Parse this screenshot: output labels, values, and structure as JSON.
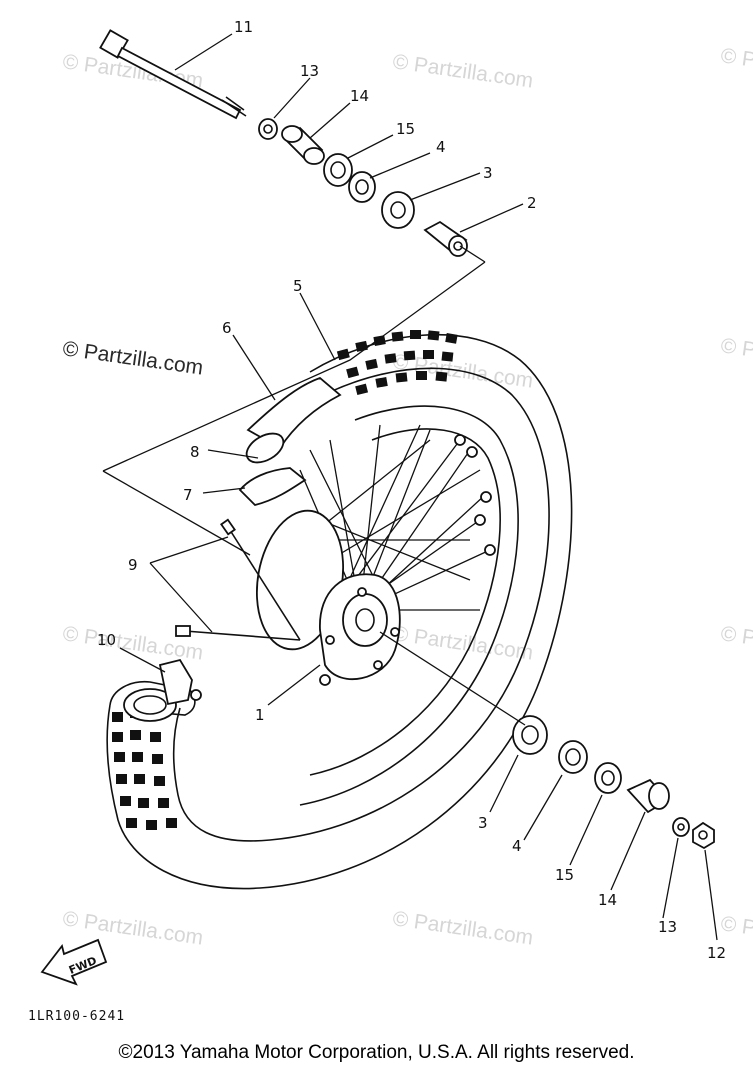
{
  "watermarks": {
    "faint": "© Partzilla.com",
    "prominent": "© Partzilla.com"
  },
  "callouts": {
    "c11_top": "11",
    "c13_top": "13",
    "c14_top": "14",
    "c15_top": "15",
    "c4_top": "4",
    "c3_top": "3",
    "c2": "2",
    "c5": "5",
    "c6": "6",
    "c8": "8",
    "c7": "7",
    "c9": "9",
    "c10": "10",
    "c1": "1",
    "c3_bot": "3",
    "c4_bot": "4",
    "c15_bot": "15",
    "c14_bot": "14",
    "c13_bot": "13",
    "c12": "12"
  },
  "fwd_label": "FWD",
  "diagram_code": "1LR100-6241",
  "copyright": "©2013 Yamaha Motor Corporation, U.S.A. All rights reserved.",
  "colors": {
    "line": "#111111",
    "watermark": "#d6d6d6",
    "background": "#ffffff"
  }
}
